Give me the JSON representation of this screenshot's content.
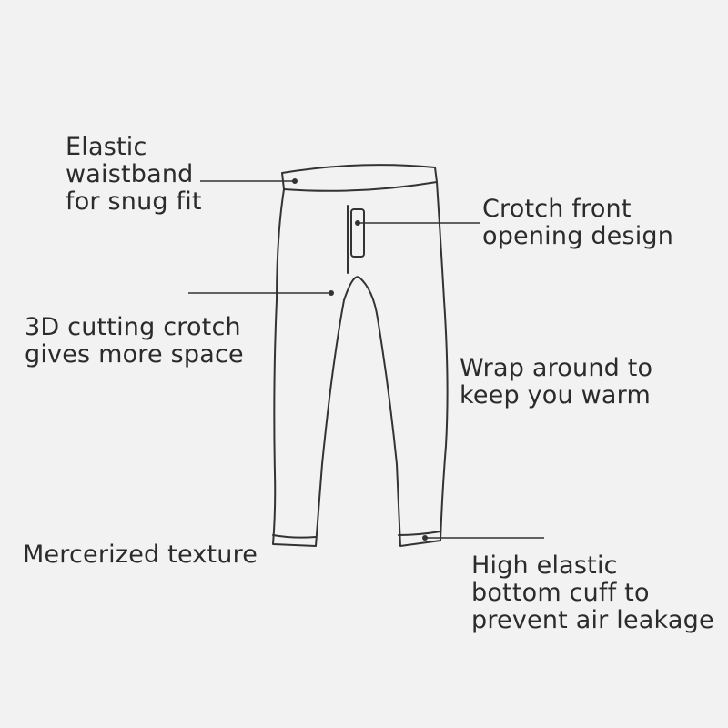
{
  "colors": {
    "background": "#f2f2f2",
    "line": "#333333",
    "text": "#2b2b2b"
  },
  "annotations": {
    "waistband": [
      "Elastic",
      "waistband",
      "for snug fit"
    ],
    "crotch_front": [
      "Crotch front",
      "opening design"
    ],
    "crotch_3d": [
      "3D cutting crotch",
      "gives more space"
    ],
    "wrap": [
      "Wrap around to",
      "keep you warm"
    ],
    "mercerized": [
      "Mercerized texture"
    ],
    "cuff": [
      "High elastic",
      "bottom cuff to",
      "prevent air leakage"
    ]
  }
}
